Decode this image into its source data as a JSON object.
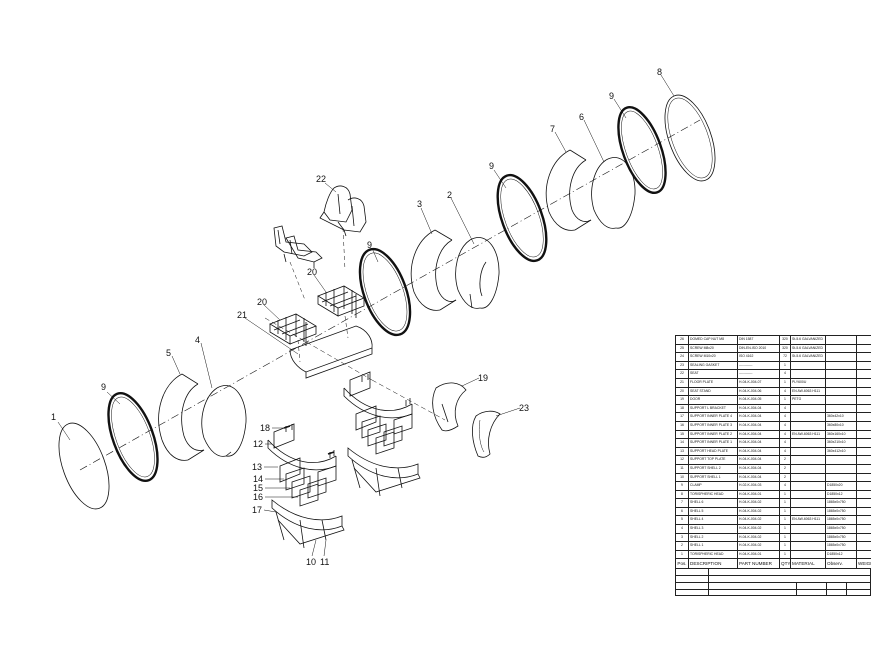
{
  "callouts": [
    {
      "id": "c1",
      "text": "1"
    },
    {
      "id": "c2",
      "text": "9"
    },
    {
      "id": "c3",
      "text": "5"
    },
    {
      "id": "c4",
      "text": "4"
    },
    {
      "id": "c5",
      "text": "21"
    },
    {
      "id": "c6",
      "text": "20"
    },
    {
      "id": "c7",
      "text": "20"
    },
    {
      "id": "c8",
      "text": "22"
    },
    {
      "id": "c9",
      "text": "9"
    },
    {
      "id": "c10",
      "text": "3"
    },
    {
      "id": "c11",
      "text": "2"
    },
    {
      "id": "c12",
      "text": "9"
    },
    {
      "id": "c13",
      "text": "7"
    },
    {
      "id": "c14",
      "text": "6"
    },
    {
      "id": "c15",
      "text": "9"
    },
    {
      "id": "c16",
      "text": "8"
    },
    {
      "id": "c17",
      "text": "19"
    },
    {
      "id": "c18",
      "text": "23"
    },
    {
      "id": "c19",
      "text": "18"
    },
    {
      "id": "c20",
      "text": "12"
    },
    {
      "id": "c21",
      "text": "13"
    },
    {
      "id": "c22",
      "text": "14"
    },
    {
      "id": "c23",
      "text": "15"
    },
    {
      "id": "c24",
      "text": "16"
    },
    {
      "id": "c25",
      "text": "17"
    },
    {
      "id": "c26",
      "text": "10"
    },
    {
      "id": "c27",
      "text": "11"
    }
  ],
  "bom": {
    "rows": [
      [
        "26",
        "DOMED CAP NUT M8",
        "DIN 1587",
        "320",
        "St-5.6 GALVANIZED",
        "",
        ""
      ],
      [
        "25",
        "SCREW M8x20",
        "DIN-EN-ISO 2010",
        "320",
        "St-5.6 GALVANIZED",
        "",
        ""
      ],
      [
        "24",
        "SCREW M10x20",
        "ISO 4162",
        "72",
        "St-5.6 GALVANIZED",
        "",
        ""
      ],
      [
        "23",
        "SEALING GASKET",
        "------------",
        "1",
        "",
        "",
        ""
      ],
      [
        "22",
        "SEAT",
        "------------",
        "4",
        "",
        "",
        ""
      ],
      [
        "21",
        "FLOOR PLATE",
        "H-04-K-004-07",
        "1",
        "PLY600U",
        "",
        ""
      ],
      [
        "20",
        "SEAT STAND",
        "H-04-K-004-06",
        "4",
        "EN AW-6063 H111",
        "",
        ""
      ],
      [
        "19",
        "DOOR",
        "H-04-K-004-05",
        "1",
        "PETG",
        "",
        ""
      ],
      [
        "18",
        "SUPPORT L BRACKET",
        "H-04-K-004-04",
        "4",
        "",
        "",
        ""
      ],
      [
        "17",
        "SUPPORT INNER PLATE 4",
        "H-04-K-004-04",
        "4",
        "",
        "360x42x10",
        ""
      ],
      [
        "16",
        "SUPPORT INNER PLATE 3",
        "H-04-K-004-04",
        "4",
        "",
        "360x80x10",
        ""
      ],
      [
        "15",
        "SUPPORT INNER PLATE 2",
        "H-04-K-004-04",
        "4",
        "EN AW-6063 H111",
        "360x160x10",
        ""
      ],
      [
        "14",
        "SUPPORT INNER PLATE 1",
        "H-04-K-004-04",
        "4",
        "",
        "360x210x10",
        ""
      ],
      [
        "13",
        "SUPPORT HEAD PLATE",
        "H-04-K-004-04",
        "4",
        "",
        "360x412x10",
        ""
      ],
      [
        "12",
        "SUPPORT TOP PLATE",
        "H-04-K-004-04",
        "2",
        "",
        "",
        ""
      ],
      [
        "11",
        "SUPPORT SHELL 2",
        "H-04-K-004-04",
        "2",
        "",
        "",
        ""
      ],
      [
        "10",
        "SUPPORT SHELL 1",
        "H-04-K-004-04",
        "2",
        "",
        "",
        ""
      ],
      [
        "9",
        "CLAMP",
        "H-02-K-004-03",
        "4",
        "",
        "D1850x20",
        ""
      ],
      [
        "8",
        "TORISPHERIC HEAD",
        "H-04-K-004-01",
        "1",
        "",
        "D1850x12",
        ""
      ],
      [
        "7",
        "SHELL 6",
        "H-04-K-004-02",
        "1",
        "",
        "1865x0x750",
        ""
      ],
      [
        "6",
        "SHELL 5",
        "H-04-K-004-02",
        "1",
        "",
        "1865x0x750",
        ""
      ],
      [
        "5",
        "SHELL 4",
        "H-04-K-004-02",
        "1",
        "EN AW-6063 H111",
        "1865x0x750",
        ""
      ],
      [
        "4",
        "SHELL 3",
        "H-04-K-004-02",
        "1",
        "",
        "1865x0x750",
        ""
      ],
      [
        "3",
        "SHELL 2",
        "H-04-K-004-02",
        "1",
        "",
        "1865x0x750",
        ""
      ],
      [
        "2",
        "SHELL 1",
        "H-04-K-004-02",
        "1",
        "",
        "1865x0x750",
        ""
      ],
      [
        "1",
        "TORISPHERIC HEAD",
        "H-04-K-004-01",
        "1",
        "",
        "D1850x12",
        ""
      ]
    ],
    "header": [
      "Pos.",
      "DESCRIPTION",
      "PART NUMBER",
      "QTY.",
      "MATERIAL",
      "Observ.",
      "WEIGHT"
    ]
  }
}
